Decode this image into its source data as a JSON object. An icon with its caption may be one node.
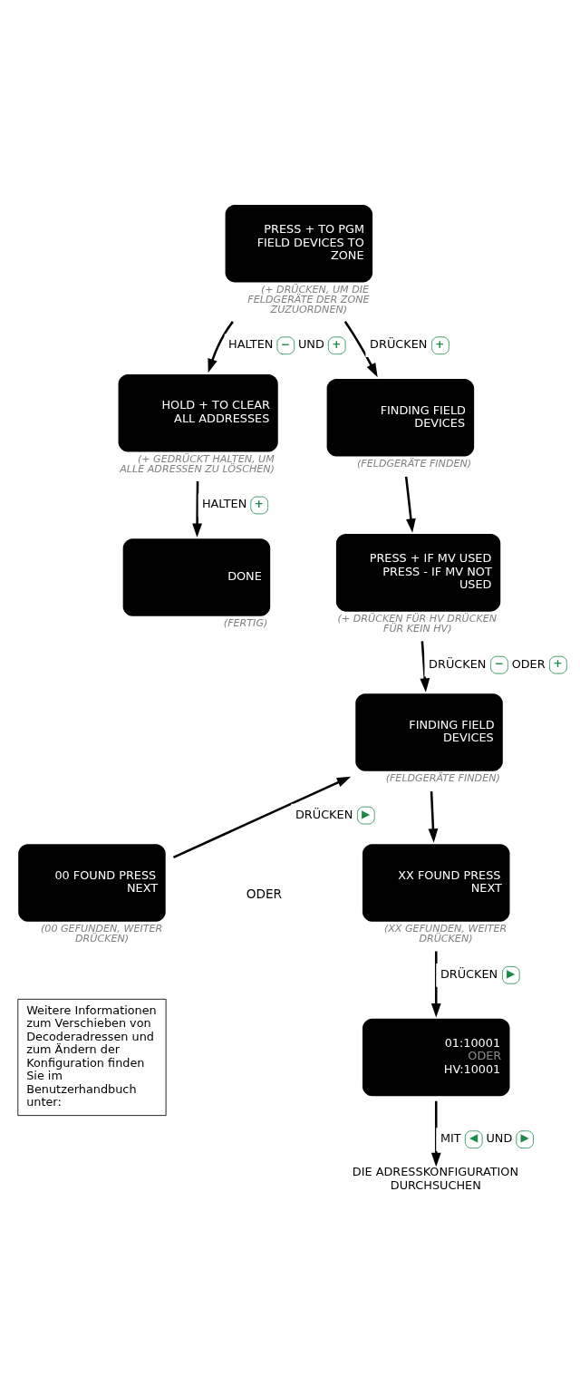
{
  "diagram": {
    "nodes": [
      {
        "text": [
          "PRESS + TO PGM FIELD DEVICES TO ZONE"
        ],
        "beside": [
          "(+ DRÜCKEN, UM DIE FELDGERÄTE DER ZONE ZUZUORDNEN)"
        ]
      },
      {
        "text": [
          "HOLD + TO CLEAR ALL ADDRESSES"
        ],
        "beside": [
          "(+ GEDRÜCKT HALTEN, UM ALLE ADRESSEN ZU LÖSCHEN)"
        ]
      },
      {
        "text": [
          "FINDING FIELD DEVICES"
        ],
        "beside": [
          "(FELDGERÄTE FINDEN)"
        ]
      },
      {
        "text": [
          "DONE"
        ],
        "beside": [
          "(FERTIG)"
        ]
      },
      {
        "text": [
          "PRESS + IF MV USED PRESS - IF MV NOT USED"
        ],
        "beside": [
          "(+ DRÜCKEN FÜR HV DRÜCKEN FÜR KEIN HV)"
        ]
      },
      {
        "text": [
          "FINDING FIELD DEVICES"
        ],
        "beside": [
          "(FELDGERÄTE FINDEN)"
        ]
      },
      {
        "text": [
          "00 FOUND PRESS NEXT"
        ],
        "beside": [
          "(00 GEFUNDEN, WEITER DRÜCKEN)"
        ]
      },
      {
        "text": [
          "XX FOUND PRESS NEXT"
        ],
        "beside": [
          "(XX GEFUNDEN, WEITER DRÜCKEN)"
        ]
      },
      {
        "text": [
          "01:10001",
          "ODER",
          "HV:10001"
        ]
      },
      {
        "text": [
          "Weitere Informationen zum Verschieben von Decoderadressen und zum Ändern der Konfiguration finden Sie im Benutzerhandbuch unter:"
        ]
      },
      {
        "text": [
          "DIE ADRESSKONFIGURATION DURCHSUCHEN"
        ]
      }
    ],
    "edges": [
      {
        "from": 0,
        "to": 1,
        "arrow": "to",
        "label": "HALTEN − UND +"
      },
      {
        "from": 0,
        "to": 2,
        "arrow": "to",
        "label": "DRÜCKEN +"
      },
      {
        "from": 1,
        "to": 3,
        "arrow": "to",
        "label": "HALTEN +"
      },
      {
        "from": 2,
        "to": 4,
        "arrow": "to"
      },
      {
        "from": 4,
        "to": 5,
        "arrow": "to",
        "label": "DRÜCKEN − ODER +"
      },
      {
        "from": 6,
        "to": 5,
        "arrow": "to",
        "label": "DRÜCKEN ▶"
      },
      {
        "from": 5,
        "to": 7,
        "arrow": "to"
      },
      {
        "from": 7,
        "to": 8,
        "arrow": "to",
        "label": "DRÜCKEN ▶"
      },
      {
        "from": 8,
        "to": 10,
        "arrow": "to",
        "label": "MIT ◀ UND ▶"
      }
    ],
    "labels": [
      "ODER"
    ]
  }
}
